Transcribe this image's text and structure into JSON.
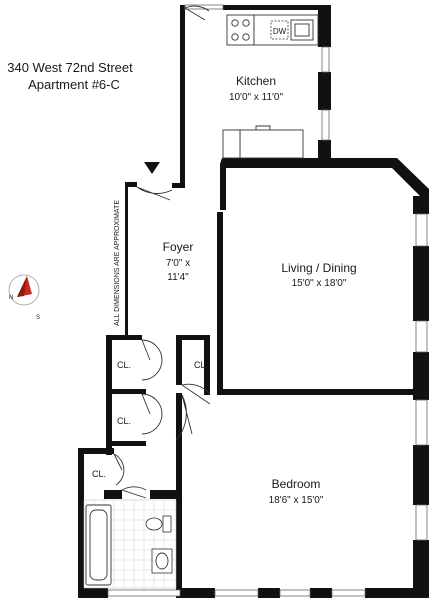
{
  "address": {
    "line1": "340 West 72nd Street",
    "line2": "Apartment #6-C"
  },
  "disclaimer": "ALL DIMENSIONS ARE APPROXIMATE",
  "compass": {
    "north_label": "N",
    "south_label": "S"
  },
  "rooms": {
    "kitchen": {
      "name": "Kitchen",
      "dims": "10'0\" x 11'0\""
    },
    "foyer": {
      "name": "Foyer",
      "dims_line1": "7'0\" x",
      "dims_line2": "11'4\""
    },
    "living": {
      "name": "Living / Dining",
      "dims": "15'0\" x 18'0\""
    },
    "bedroom": {
      "name": "Bedroom",
      "dims": "18'6\" x 15'0\""
    },
    "closets": [
      "CL.",
      "CL.",
      "CL.",
      "CL."
    ]
  },
  "fixtures": {
    "dishwasher": "DW"
  },
  "colors": {
    "wall": "#111111",
    "background": "#ffffff"
  }
}
